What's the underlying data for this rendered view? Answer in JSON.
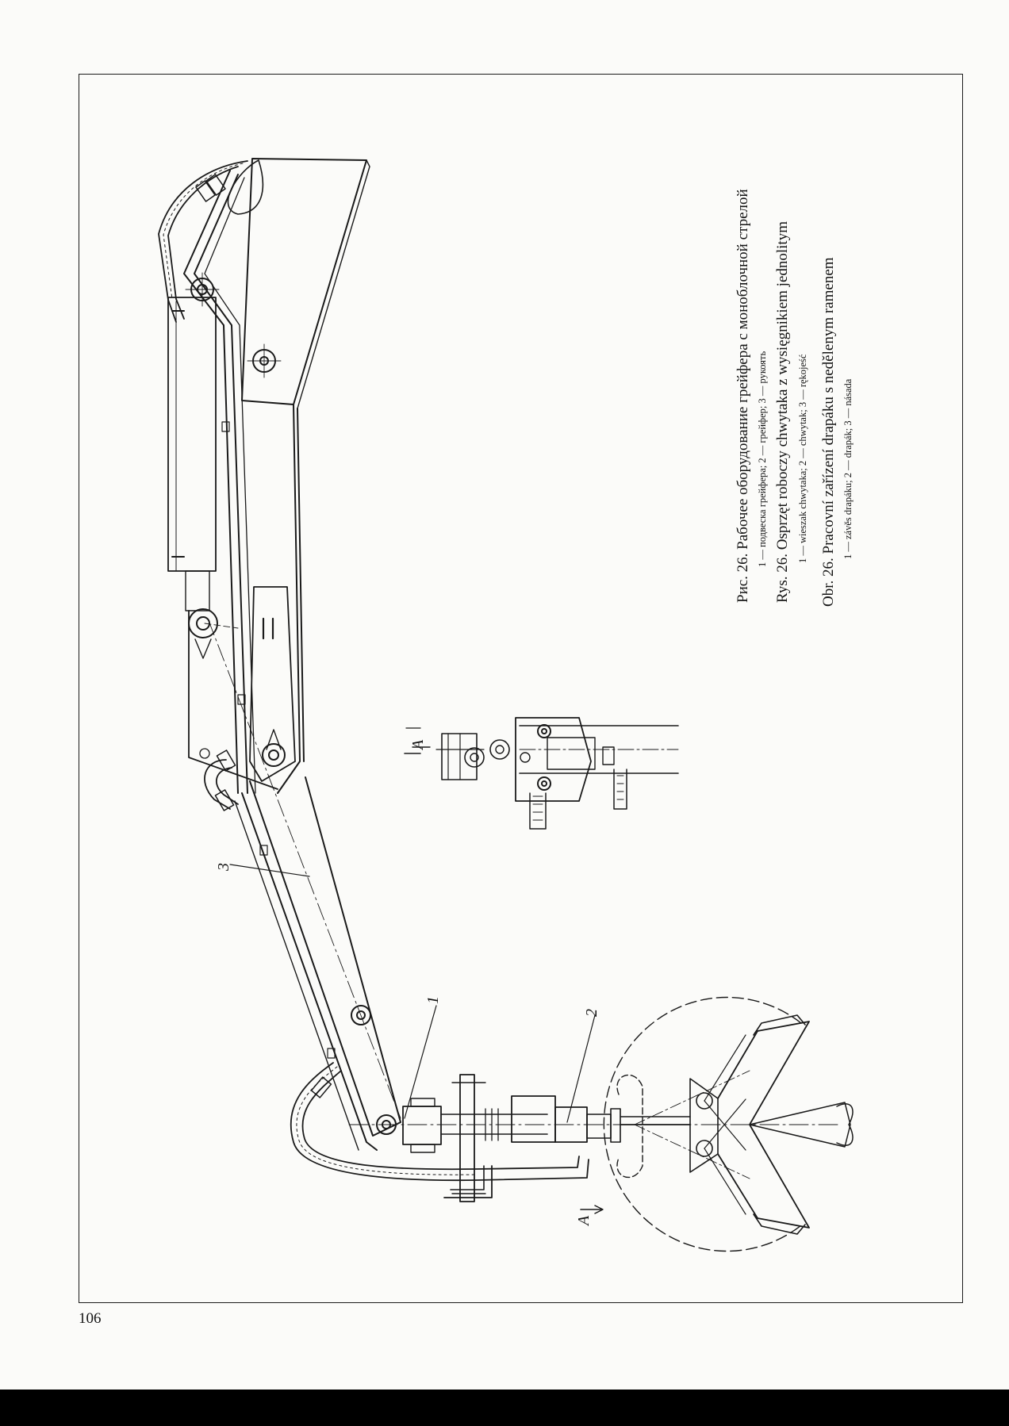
{
  "page": {
    "number": "106"
  },
  "drawing": {
    "part_labels": [
      "1",
      "2",
      "3"
    ],
    "view_marker": "A",
    "section_label": "A"
  },
  "captions": [
    {
      "lang": "ru",
      "title": "Рис. 26. Рабочее оборудование грейфера с моноблочной стрелой",
      "legend": "1 — подвеска грейфера; 2 — грейфер; 3 — рукоять"
    },
    {
      "lang": "pl",
      "title": "Rys. 26. Osprzęt roboczy chwytaka z wysięgnikiem jednolitym",
      "legend": "1 — wieszak chwytaka; 2 — chwytak; 3 — rękojeść"
    },
    {
      "lang": "cs",
      "title": "Obr. 26. Pracovní zařízení drapáku s nedělenym ramenem",
      "legend": "1 — závěs drapáku; 2 — drapák; 3 — násada"
    }
  ]
}
